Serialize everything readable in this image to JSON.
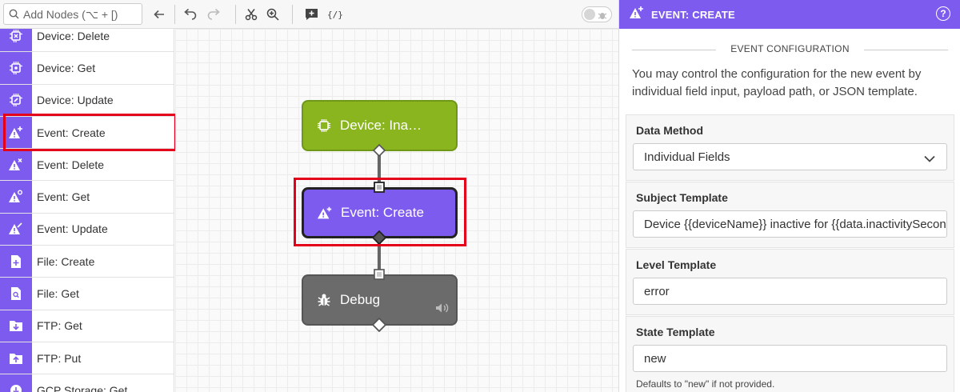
{
  "toolbar": {
    "search_placeholder": "Add Nodes (⌥ + [)",
    "icons": [
      "search-icon",
      "collapse-arrow-icon",
      "undo-icon",
      "redo-icon",
      "cut-icon",
      "zoom-icon",
      "add-comment-icon",
      "json-edit-icon"
    ],
    "debug_toggle_on": false
  },
  "palette": {
    "accent_color": "#7e5bef",
    "items": [
      {
        "label": "Device: Delete",
        "icon": "chip-delete-icon"
      },
      {
        "label": "Device: Get",
        "icon": "chip-get-icon"
      },
      {
        "label": "Device: Update",
        "icon": "chip-update-icon"
      },
      {
        "label": "Event: Create",
        "icon": "warning-plus-icon"
      },
      {
        "label": "Event: Delete",
        "icon": "warning-x-icon"
      },
      {
        "label": "Event: Get",
        "icon": "warning-search-icon"
      },
      {
        "label": "Event: Update",
        "icon": "warning-edit-icon"
      },
      {
        "label": "File: Create",
        "icon": "file-plus-icon"
      },
      {
        "label": "File: Get",
        "icon": "file-search-icon"
      },
      {
        "label": "FTP: Get",
        "icon": "folder-down-icon"
      },
      {
        "label": "FTP: Put",
        "icon": "folder-up-icon"
      },
      {
        "label": "GCP Storage: Get",
        "icon": "cloud-down-icon"
      }
    ]
  },
  "canvas": {
    "nodes": [
      {
        "label": "Device: Ina…",
        "icon": "chip-icon",
        "color": "#8ab51f"
      },
      {
        "label": "Event: Create",
        "icon": "warning-plus-icon",
        "color": "#7e5bef"
      },
      {
        "label": "Debug",
        "icon": "bug-icon",
        "color": "#6b6b6b"
      }
    ]
  },
  "panel": {
    "header_title": "EVENT: CREATE",
    "header_color": "#7e5bef",
    "help_label": "?",
    "section_title": "EVENT CONFIGURATION",
    "description": "You may control the configuration for the new event by individual field input, payload path, or JSON template.",
    "data_method": {
      "label": "Data Method",
      "value": "Individual Fields"
    },
    "subject_template": {
      "label": "Subject Template",
      "value": "Device {{deviceName}} inactive for {{data.inactivitySeconds}} seconds"
    },
    "level_template": {
      "label": "Level Template",
      "value": "error"
    },
    "state_template": {
      "label": "State Template",
      "value": "new",
      "hint": "Defaults to \"new\" if not provided."
    }
  }
}
